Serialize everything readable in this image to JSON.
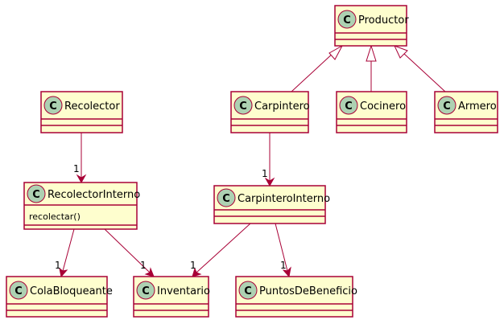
{
  "stereotype_letter": "C",
  "classes": {
    "productor": {
      "name": "Productor",
      "methods": []
    },
    "recolector": {
      "name": "Recolector",
      "methods": []
    },
    "carpintero": {
      "name": "Carpintero",
      "methods": []
    },
    "cocinero": {
      "name": "Cocinero",
      "methods": []
    },
    "armero": {
      "name": "Armero",
      "methods": []
    },
    "recolector_interno": {
      "name": "RecolectorInterno",
      "methods": [
        "recolectar()"
      ]
    },
    "carpintero_interno": {
      "name": "CarpinteroInterno",
      "methods": []
    },
    "cola_bloqueante": {
      "name": "ColaBloqueante",
      "methods": []
    },
    "inventario": {
      "name": "Inventario",
      "methods": []
    },
    "puntos_de_beneficio": {
      "name": "PuntosDeBeneficio",
      "methods": []
    }
  },
  "relations": [
    {
      "from": "carpintero",
      "to": "productor",
      "type": "inheritance"
    },
    {
      "from": "cocinero",
      "to": "productor",
      "type": "inheritance"
    },
    {
      "from": "armero",
      "to": "productor",
      "type": "inheritance"
    },
    {
      "from": "recolector",
      "to": "recolector_interno",
      "type": "association",
      "multiplicity": "1"
    },
    {
      "from": "carpintero",
      "to": "carpintero_interno",
      "type": "association",
      "multiplicity": "1"
    },
    {
      "from": "recolector_interno",
      "to": "cola_bloqueante",
      "type": "association",
      "multiplicity": "1"
    },
    {
      "from": "recolector_interno",
      "to": "inventario",
      "type": "association",
      "multiplicity": "1"
    },
    {
      "from": "carpintero_interno",
      "to": "inventario",
      "type": "association",
      "multiplicity": "1"
    },
    {
      "from": "carpintero_interno",
      "to": "puntos_de_beneficio",
      "type": "association",
      "multiplicity": "1"
    }
  ],
  "colors": {
    "class_fill": "#FEFECE",
    "border": "#A80036",
    "stereotype_circle": "#ADD1B2"
  }
}
